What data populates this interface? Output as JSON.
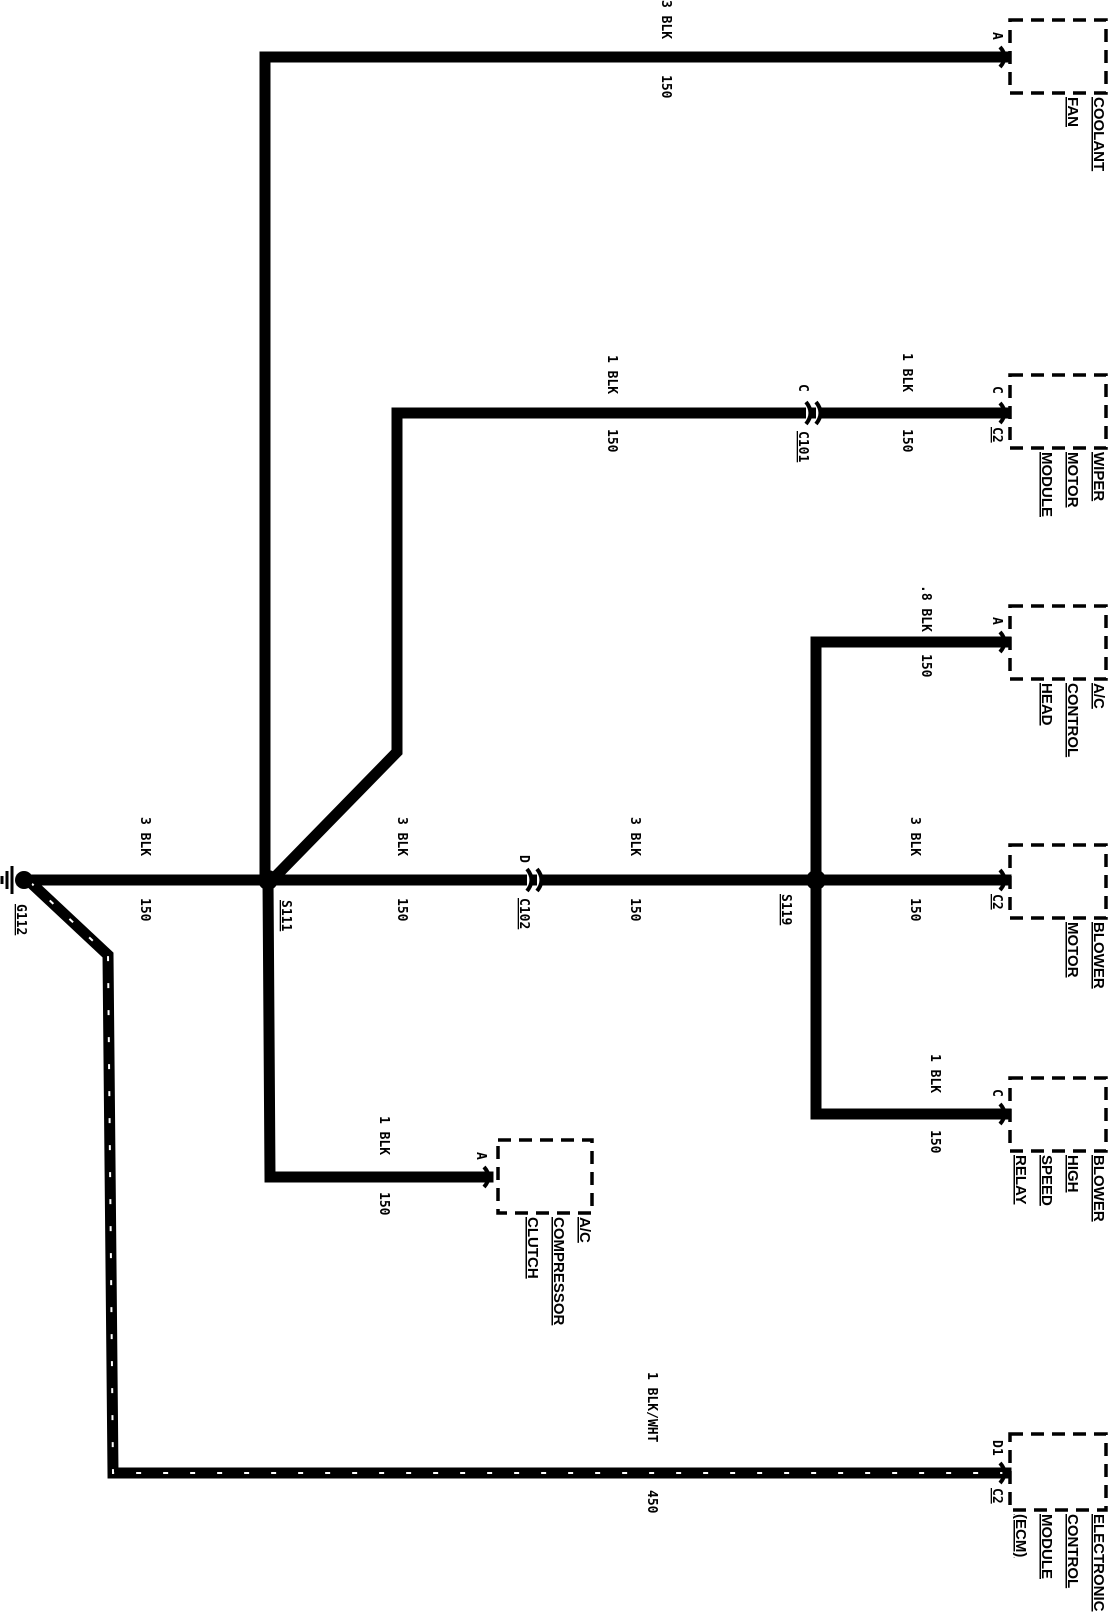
{
  "ground": {
    "name": "G112"
  },
  "splices": {
    "s111": "S111",
    "s119": "S119"
  },
  "connectors_inline": {
    "c101": "C101",
    "c102": "C102",
    "c101_pin": "C",
    "c102_pin": "D"
  },
  "wires": {
    "coolant_fan": {
      "size_color": "3 BLK",
      "circuit": "150"
    },
    "wiper_main": {
      "size_color": "1 BLK",
      "circuit": "150"
    },
    "wiper_branch": {
      "size_color": "1 BLK",
      "circuit": "150"
    },
    "ac_head": {
      "size_color": ".8 BLK",
      "circuit": "150"
    },
    "ground_main": {
      "size_color": "3 BLK",
      "circuit": "150"
    },
    "s111_c102": {
      "size_color": "3 BLK",
      "circuit": "150"
    },
    "c102_s119": {
      "size_color": "3 BLK",
      "circuit": "150"
    },
    "blower_motor": {
      "size_color": "3 BLK",
      "circuit": "150"
    },
    "blower_relay": {
      "size_color": "1 BLK",
      "circuit": "150"
    },
    "ac_clutch": {
      "size_color": "1 BLK",
      "circuit": "150"
    },
    "ecm": {
      "size_color": "1 BLK/WHT",
      "circuit": "450"
    }
  },
  "components": {
    "coolant_fan": {
      "lines": [
        "COOLANT",
        "FAN"
      ],
      "pin": "A",
      "connector": ""
    },
    "wiper_module": {
      "lines": [
        "WIPER",
        "MOTOR",
        "MODULE"
      ],
      "pin": "C",
      "connector": "C2"
    },
    "ac_control_head": {
      "lines": [
        "A/C",
        "CONTROL",
        "HEAD"
      ],
      "pin": "A",
      "connector": ""
    },
    "blower_motor": {
      "lines": [
        "BLOWER",
        "MOTOR"
      ],
      "pin": "",
      "connector": "C2"
    },
    "blower_relay": {
      "lines": [
        "BLOWER",
        "HIGH",
        "SPEED",
        "RELAY"
      ],
      "pin": "C",
      "connector": ""
    },
    "ac_clutch": {
      "lines": [
        "A/C",
        "COMPRESSOR",
        "CLUTCH"
      ],
      "pin": "A",
      "connector": ""
    },
    "ecm": {
      "lines": [
        "ELECTRONIC",
        "CONTROL",
        "MODULE",
        "(ECM)"
      ],
      "pin": "D1",
      "connector": "C2"
    }
  }
}
